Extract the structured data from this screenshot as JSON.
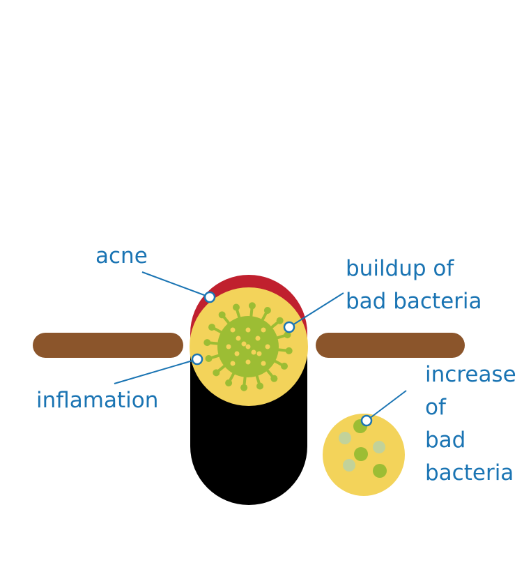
{
  "labels": {
    "acne": "acne",
    "buildup": [
      "buildup of",
      "bad bacteria"
    ],
    "inflammation": "inflamation",
    "increase": [
      "increase",
      "of",
      "bad",
      "bacteria"
    ]
  },
  "colors": {
    "label_text": "#1a74b3",
    "skin_surface": "#8b552b",
    "hair_follicle": "#000000",
    "acne": "#c0202e",
    "inflammation": "#f3d35a",
    "bacteria": "#9cbd34",
    "faded_bacteria": "#c2d29a",
    "callout_line": "#1a74b3",
    "callout_dot_fill": "#ffffff"
  },
  "icons": {
    "bacterium": "spiky-virus-shape",
    "bacteria_colony": "circle-with-dots"
  }
}
